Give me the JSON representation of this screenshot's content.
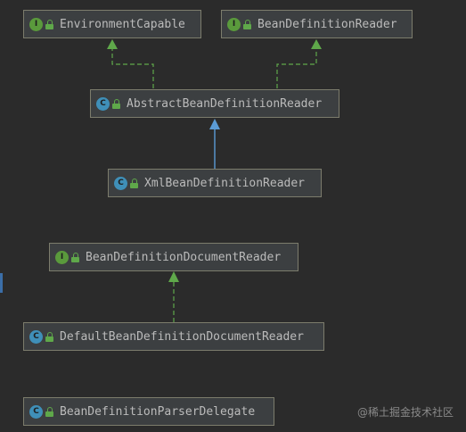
{
  "diagram": {
    "nodes": [
      {
        "id": "environment-capable",
        "kind": "interface",
        "badge": "I",
        "label": "EnvironmentCapable"
      },
      {
        "id": "bean-definition-reader",
        "kind": "interface",
        "badge": "I",
        "label": "BeanDefinitionReader"
      },
      {
        "id": "abstract-bean-definition-reader",
        "kind": "class",
        "badge": "C",
        "label": "AbstractBeanDefinitionReader"
      },
      {
        "id": "xml-bean-definition-reader",
        "kind": "class",
        "badge": "C",
        "label": "XmlBeanDefinitionReader"
      },
      {
        "id": "bean-definition-document-reader",
        "kind": "interface",
        "badge": "I",
        "label": "BeanDefinitionDocumentReader"
      },
      {
        "id": "default-bean-definition-document-reader",
        "kind": "class",
        "badge": "C",
        "label": "DefaultBeanDefinitionDocumentReader"
      },
      {
        "id": "bean-definition-parser-delegate",
        "kind": "class",
        "badge": "C",
        "label": "BeanDefinitionParserDelegate"
      }
    ],
    "edges": [
      {
        "from": "abstract-bean-definition-reader",
        "to": "environment-capable",
        "type": "implements"
      },
      {
        "from": "abstract-bean-definition-reader",
        "to": "bean-definition-reader",
        "type": "implements"
      },
      {
        "from": "xml-bean-definition-reader",
        "to": "abstract-bean-definition-reader",
        "type": "extends"
      },
      {
        "from": "default-bean-definition-document-reader",
        "to": "bean-definition-document-reader",
        "type": "implements"
      }
    ],
    "colors": {
      "background": "#2b2b2b",
      "node_fill": "#3c3f41",
      "node_border": "#7c7c6c",
      "text": "#bbbbbb",
      "interface_badge": "#5a9a3c",
      "class_badge": "#3f8fb8",
      "implements_edge": "#5fa84a",
      "extends_edge": "#5b9bd5"
    }
  },
  "watermark": "@稀土掘金技术社区"
}
